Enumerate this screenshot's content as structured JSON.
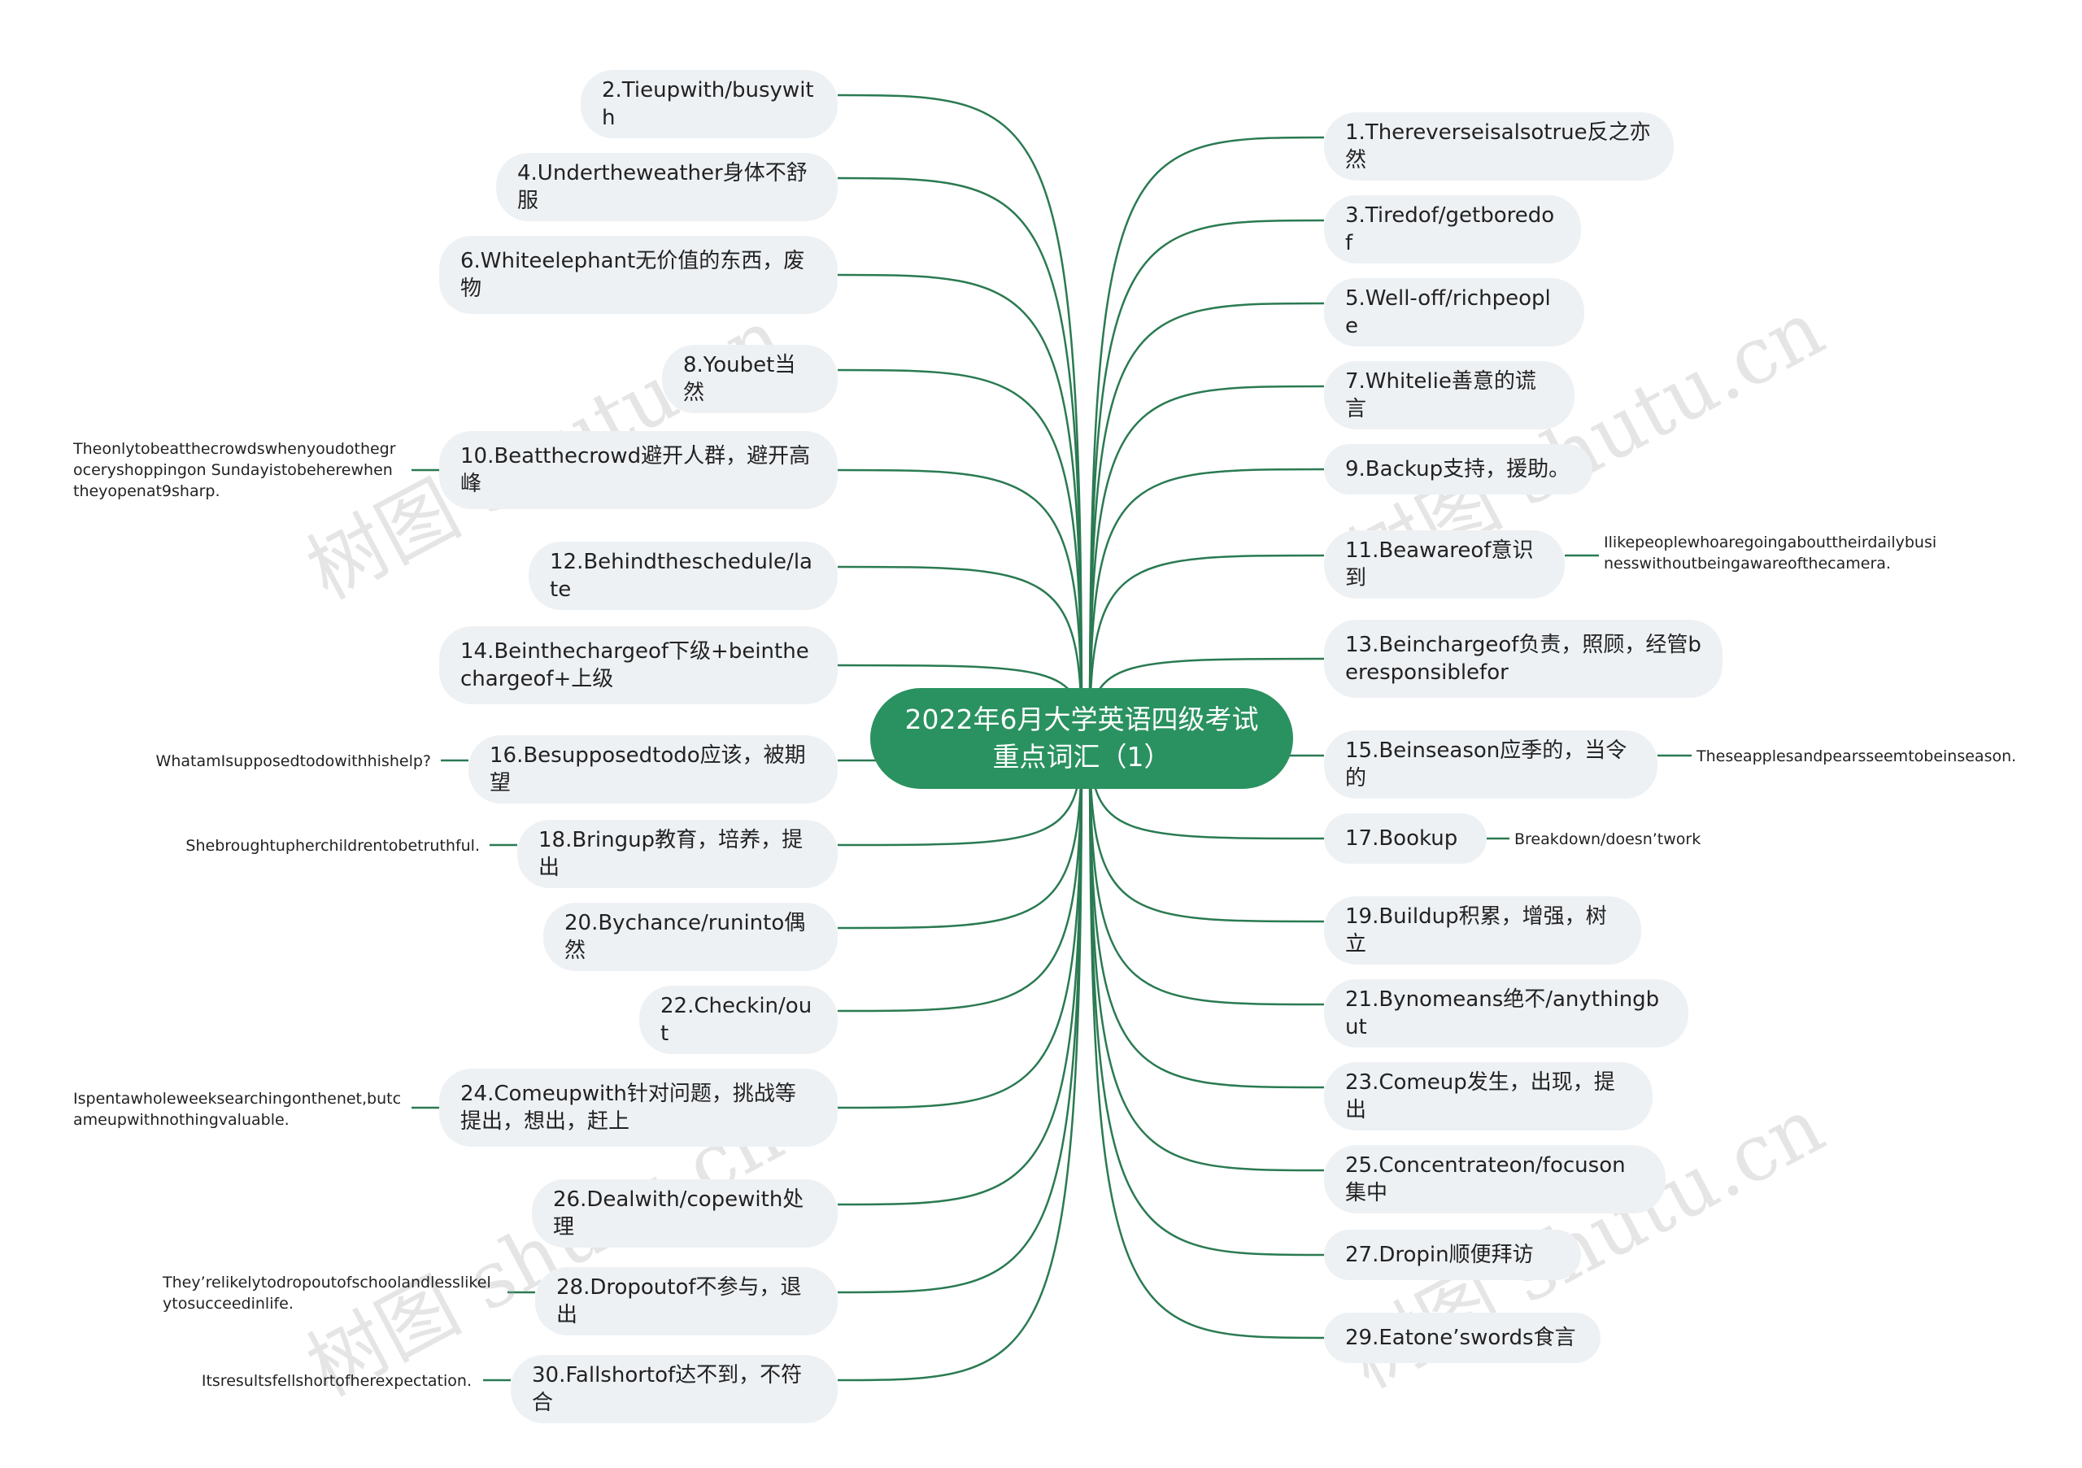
{
  "center": {
    "title": "2022年6月大学英语四级考试重点词汇（1）"
  },
  "colors": {
    "center": "#2a9260",
    "line": "#2a7a52",
    "node_bg": "#eef1f4"
  },
  "watermark": "树图 shutu.cn",
  "left_nodes": [
    {
      "label": "2.Tieupwith/busywith"
    },
    {
      "label": "4.Undertheweather身体不舒服"
    },
    {
      "label": "6.Whiteelephant无价值的东西，废物"
    },
    {
      "label": "8.Youbet当然"
    },
    {
      "label": "10.Beatthecrowd避开人群，避开高峰",
      "note": "Theonlytobeatthecrowdswhenyoudothegroceryshoppingon Sundayistobeherewhentheyopenat9sharp."
    },
    {
      "label": "12.Behindtheschedule/late"
    },
    {
      "label": "14.Beinthechargeof下级+beinthechargeof+上级"
    },
    {
      "label": "16.Besupposedtodo应该，被期望",
      "note": "WhatamIsupposedtodowithhishelp?"
    },
    {
      "label": "18.Bringup教育，培养，提出",
      "note": "Shebroughtupherchildrentobetruthful."
    },
    {
      "label": "20.Bychance/runinto偶然"
    },
    {
      "label": "22.Checkin/out"
    },
    {
      "label": "24.Comeupwith针对问题，挑战等提出，想出，赶上",
      "note": "Ispentawholeweeksearchingonthenet,butcameupwithnothingvaluable."
    },
    {
      "label": "26.Dealwith/copewith处理"
    },
    {
      "label": "28.Dropoutof不参与，退出",
      "note": "They’relikelytodropoutofschoolandlesslikelytosucceedinlife."
    },
    {
      "label": "30.Fallshortof达不到，不符合",
      "note": "Itsresultsfellshortofherexpectation."
    }
  ],
  "right_nodes": [
    {
      "label": "1.Thereverseisalsotrue反之亦然"
    },
    {
      "label": "3.Tiredof/getboredof"
    },
    {
      "label": "5.Well-off/richpeople"
    },
    {
      "label": "7.Whitelie善意的谎言"
    },
    {
      "label": "9.Backup支持，援助。"
    },
    {
      "label": "11.Beawareof意识到",
      "note": "Ilikepeoplewhoaregoingabouttheirdailybusinesswithoutbeingawareofthecamera."
    },
    {
      "label": "13.Beinchargeof负责，照顾，经管beresponsiblefor"
    },
    {
      "label": "15.Beinseason应季的，当令的",
      "note": "Theseapplesandpearsseemtobeinseason."
    },
    {
      "label": "17.Bookup",
      "note": "Breakdown/doesn’twork"
    },
    {
      "label": "19.Buildup积累，增强，树立"
    },
    {
      "label": "21.Bynomeans绝不/anythingbut"
    },
    {
      "label": "23.Comeup发生，出现，提出"
    },
    {
      "label": "25.Concentrateon/focuson集中"
    },
    {
      "label": "27.Dropin顺便拜访"
    },
    {
      "label": "29.Eatone’swords食言"
    }
  ]
}
